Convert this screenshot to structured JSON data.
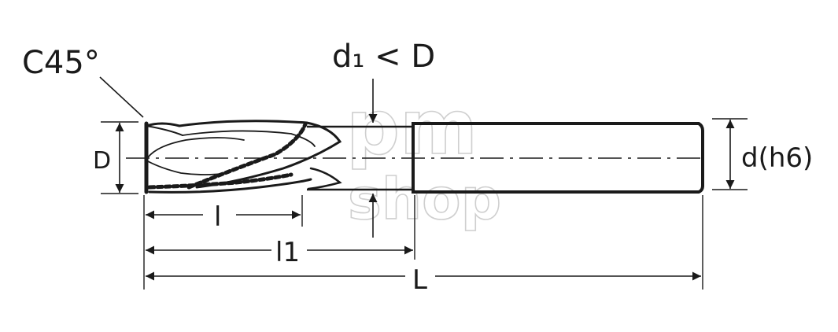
{
  "labels": {
    "chamfer": "C45°",
    "neck": "d₁ < D",
    "cutting_diameter": "D",
    "shank_diameter": "d(h6)",
    "cutting_length": "l",
    "neck_length": "l1",
    "overall_length": "L"
  },
  "watermark": {
    "line1": "pm",
    "line2": "shop"
  },
  "colors": {
    "ink": "#1a1a1a",
    "watermark": "#cfcfcf",
    "background": "#ffffff"
  }
}
